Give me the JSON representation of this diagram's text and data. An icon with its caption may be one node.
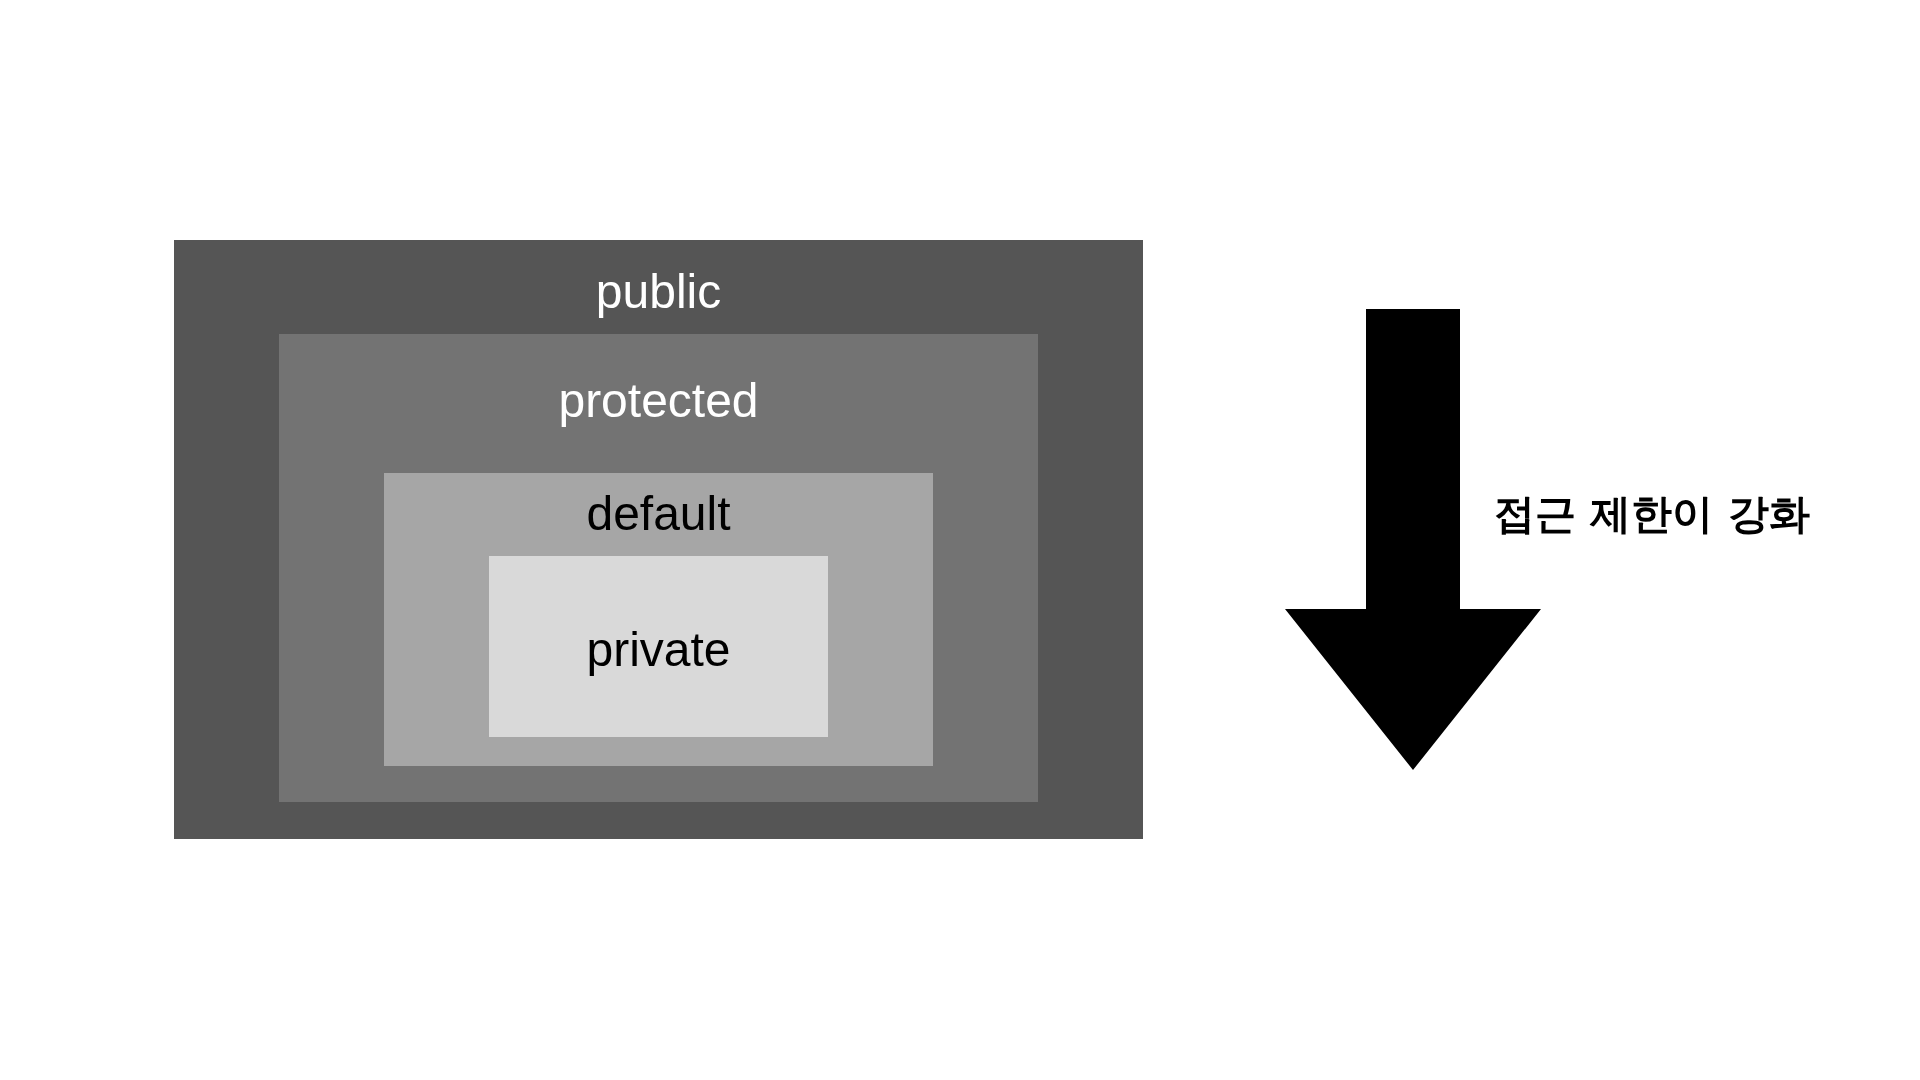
{
  "diagram": {
    "nodes": [
      {
        "text": [
          "public"
        ]
      },
      {
        "text": [
          "protected"
        ],
        "in": 0
      },
      {
        "text": [
          "default"
        ],
        "in": 1
      },
      {
        "text": [
          "private"
        ],
        "in": 2
      }
    ],
    "labels": [
      "접근 제한이 강화"
    ]
  }
}
